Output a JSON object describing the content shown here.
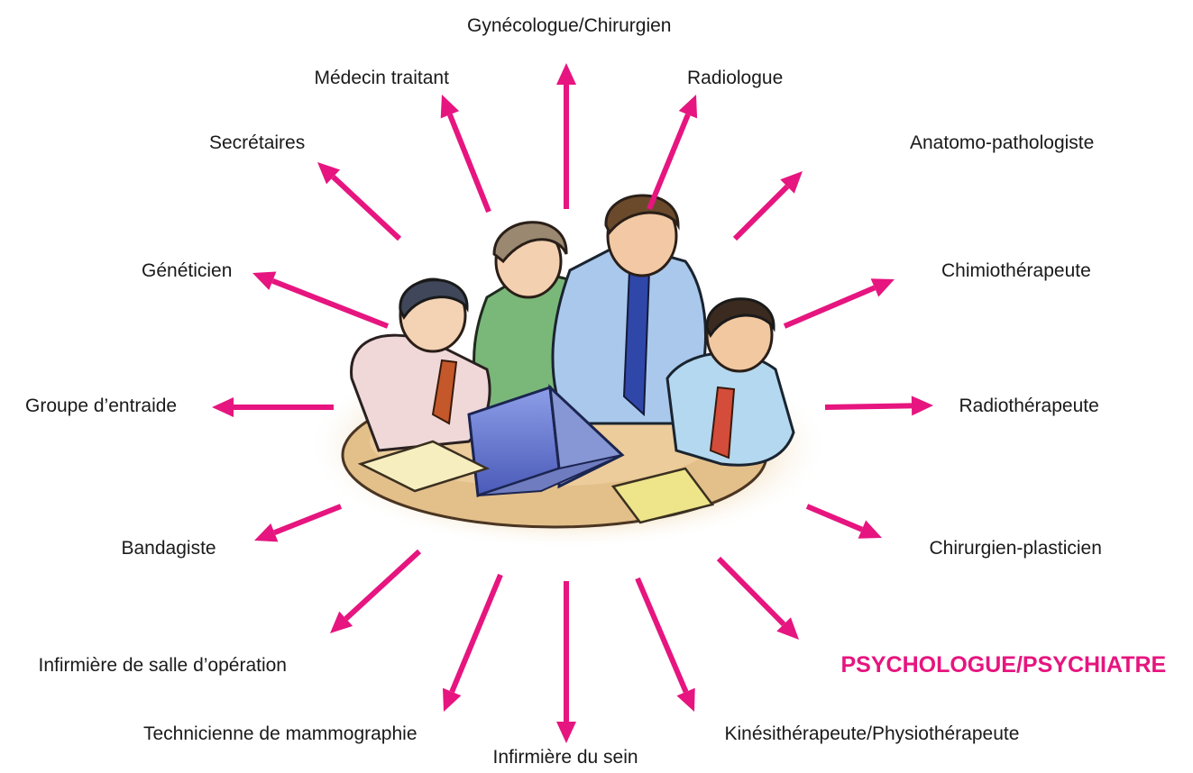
{
  "colors": {
    "arrow": "#e6157f",
    "text": "#1a1a1a",
    "highlight": "#e6157f"
  },
  "center_image": {
    "icon": "team-meeting-clipart-icon"
  },
  "roles": [
    {
      "id": "gynecologue",
      "label": "Gynécologue/Chirurgien"
    },
    {
      "id": "medecin",
      "label": "Médecin traitant"
    },
    {
      "id": "radiologue",
      "label": "Radiologue"
    },
    {
      "id": "secretaires",
      "label": "Secrétaires"
    },
    {
      "id": "anatomo",
      "label": "Anatomo-pathologiste"
    },
    {
      "id": "geneticien",
      "label": "Généticien"
    },
    {
      "id": "chimio",
      "label": "Chimiothérapeute"
    },
    {
      "id": "groupe",
      "label": "Groupe d’entraide"
    },
    {
      "id": "radiotherapeute",
      "label": "Radiothérapeute"
    },
    {
      "id": "bandagiste",
      "label": "Bandagiste"
    },
    {
      "id": "plasticien",
      "label": "Chirurgien-plasticien"
    },
    {
      "id": "infirmiere-salle",
      "label": "Infirmière de salle d’opération"
    },
    {
      "id": "psy",
      "label": "PSYCHOLOGUE/PSYCHIATRE",
      "highlight": true
    },
    {
      "id": "technicienne",
      "label": "Technicienne de mammographie"
    },
    {
      "id": "kine",
      "label": "Kinésithérapeute/Physiothérapeute"
    },
    {
      "id": "infirmiere-sein",
      "label": "Infirmière du sein"
    }
  ]
}
